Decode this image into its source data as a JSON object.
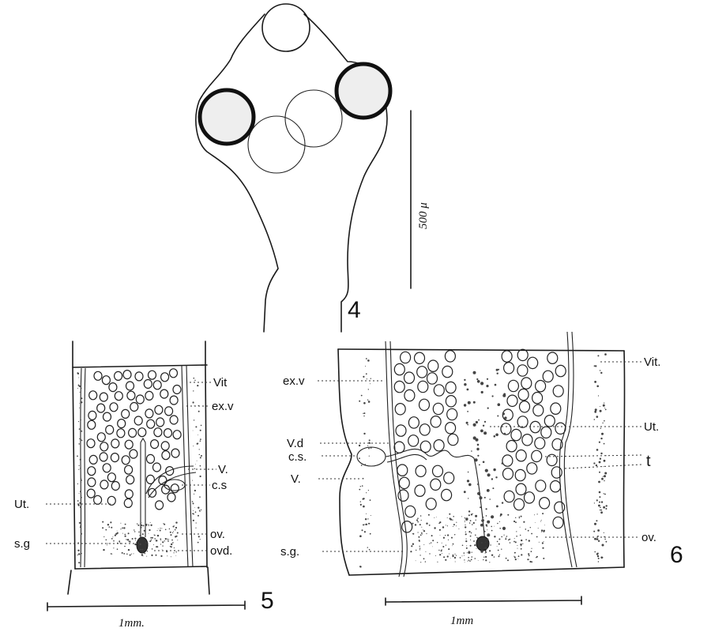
{
  "figure4": {
    "number": "4",
    "scale_label": "500 μ"
  },
  "figure5": {
    "number": "5",
    "scale_label": "1mm.",
    "labels": {
      "vit": "Vit",
      "exv": "ex.v",
      "v": "V.",
      "cs": "c.s",
      "ut": "Ut.",
      "ov": "ov.",
      "sg": "s.g",
      "ovd": "ovd."
    }
  },
  "figure6": {
    "number": "6",
    "scale_label": "1mm",
    "labels": {
      "exv": "ex.v",
      "vd": "V.d",
      "cs": "c.s.",
      "v": "V.",
      "sg": "s.g.",
      "vit": "Vit.",
      "ut": "Ut.",
      "t": "t",
      "ov": "ov."
    }
  },
  "colors": {
    "ink": "#1a1a1a",
    "paper": "#ffffff"
  }
}
